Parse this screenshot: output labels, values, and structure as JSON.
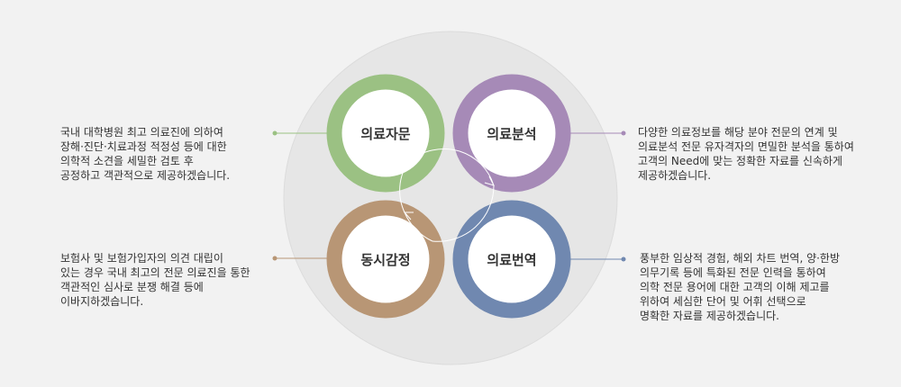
{
  "services": [
    {
      "title": "의료자문",
      "color": "#9bc183",
      "lines": [
        "국내 대학병원 최고 의료진에 의하여",
        "장해·진단·치료과정 적정성 등에 대한",
        "의학적 소견을 세밀한 검토 후",
        "공정하고 객관적으로 제공하겠습니다."
      ]
    },
    {
      "title": "의료분석",
      "color": "#a68ab7",
      "lines": [
        "다양한 의료정보를 해당 분야 전문의 연계 및",
        " 의료분석 전문 유자격자의 면밀한 분석을 통하여",
        "고객의 Need에 맞는 정확한 자료를 신속하게",
        "제공하겠습니다."
      ]
    },
    {
      "title": "동시감정",
      "color": "#b89675",
      "lines": [
        "보험사 및 보험가입자의 의견 대립이",
        "있는 경우 국내 최고의 전문 의료진을 통한",
        "객관적인 심사로 분쟁 해결 등에",
        "이바지하겠습니다."
      ]
    },
    {
      "title": "의료번역",
      "color": "#7088b0",
      "lines": [
        "풍부한 임상적 경험, 해외 차트 번역, 양·한방",
        "의무기록 등에 특화된 전문 인력을 통하여",
        "의학 전문 용어에 대한 고객의 이해 제고를",
        "위하여 세심한 단어 및 어휘 선택으로",
        "명확한 자료를 제공하겠습니다."
      ]
    }
  ],
  "colors": {
    "background": "#f2f2f2",
    "big_circle": "#e6e6e6",
    "text": "#333333"
  }
}
